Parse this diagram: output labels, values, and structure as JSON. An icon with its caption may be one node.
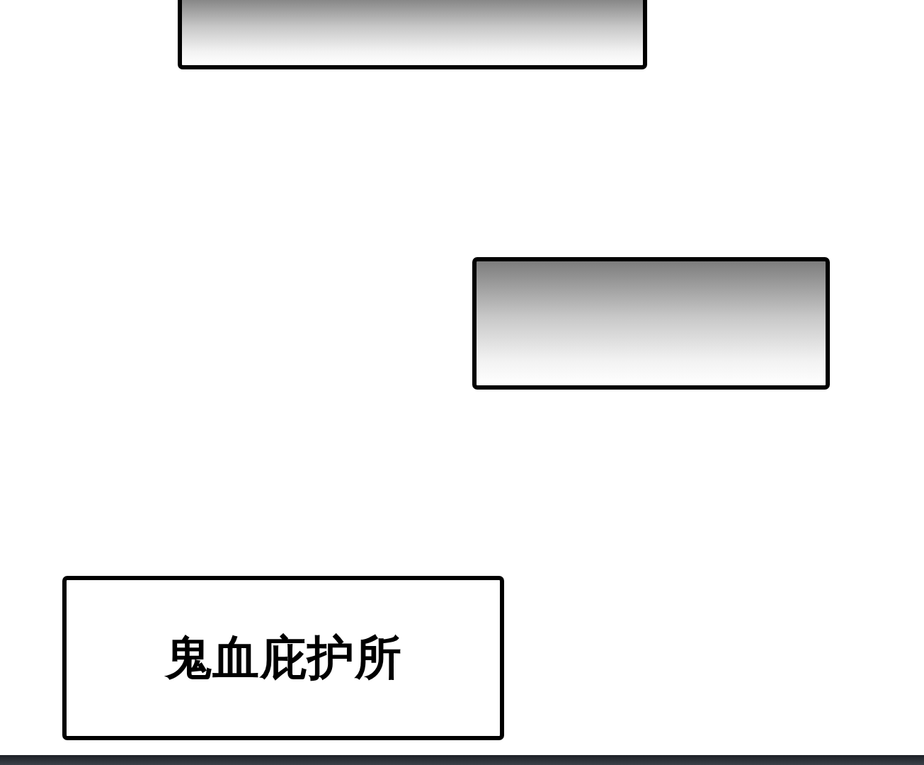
{
  "diagram": {
    "nodes": [
      {
        "text": [],
        "shape": "box"
      },
      {
        "text": [],
        "shape": "box"
      },
      {
        "text": [
          "鬼血庇护所"
        ]
      }
    ]
  }
}
